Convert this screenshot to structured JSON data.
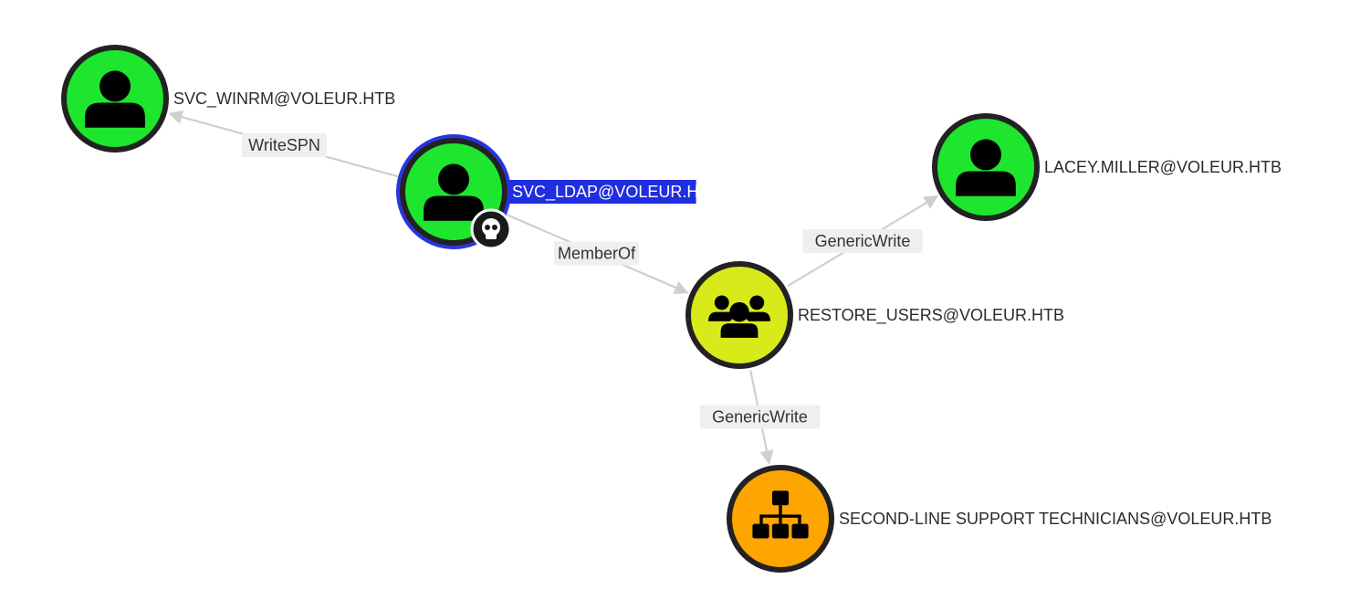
{
  "colors": {
    "user_fill": "#1ee62e",
    "group_fill": "#d9ea1a",
    "ou_group_fill": "#ffa500",
    "selected_ring": "#2a35e0",
    "selected_label_bg": "#1f2ee0",
    "edge": "#cfcfcf"
  },
  "nodes": [
    {
      "id": "svc_winrm",
      "label": "SVC_WINRM@VOLEUR.HTB",
      "kind": "user",
      "icon": "user-icon",
      "selected": false,
      "owned": false
    },
    {
      "id": "svc_ldap",
      "label": "SVC_LDAP@VOLEUR.HTB",
      "kind": "user",
      "icon": "user-icon",
      "selected": true,
      "owned": true,
      "badge_icon": "skull-icon"
    },
    {
      "id": "lacey_miller",
      "label": "LACEY.MILLER@VOLEUR.HTB",
      "kind": "user",
      "icon": "user-icon",
      "selected": false,
      "owned": false
    },
    {
      "id": "restore_users",
      "label": "RESTORE_USERS@VOLEUR.HTB",
      "kind": "group",
      "icon": "users-group-icon",
      "selected": false,
      "owned": false
    },
    {
      "id": "second_line",
      "label": "SECOND-LINE SUPPORT TECHNICIANS@VOLEUR.HTB",
      "kind": "ou_group",
      "icon": "sitemap-icon",
      "selected": false,
      "owned": false
    }
  ],
  "edges": [
    {
      "from": "svc_ldap",
      "to": "svc_winrm",
      "label": "WriteSPN"
    },
    {
      "from": "svc_ldap",
      "to": "restore_users",
      "label": "MemberOf"
    },
    {
      "from": "restore_users",
      "to": "lacey_miller",
      "label": "GenericWrite"
    },
    {
      "from": "restore_users",
      "to": "second_line",
      "label": "GenericWrite"
    }
  ]
}
